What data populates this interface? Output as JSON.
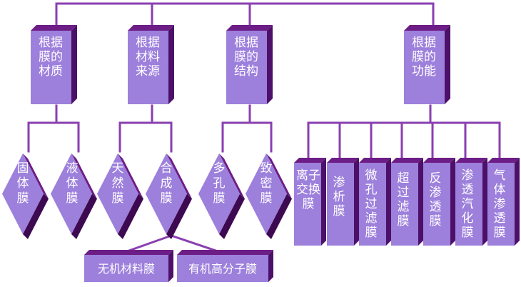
{
  "categories": [
    {
      "id": "material",
      "label": "根据\n膜的\n材质"
    },
    {
      "id": "source",
      "label": "根据\n材料\n来源"
    },
    {
      "id": "structure",
      "label": "根据\n膜的\n结构"
    },
    {
      "id": "function",
      "label": "根据\n膜的\n功能"
    }
  ],
  "material_types": [
    "固\n体\n膜",
    "液\n体\n膜"
  ],
  "source_types": [
    "天\n然\n膜",
    "合\n成\n膜"
  ],
  "structure_types": [
    "多\n孔\n膜",
    "致\n密\n膜"
  ],
  "synthetic_subtypes": [
    "无机材料膜",
    "有机高分子膜"
  ],
  "function_types": [
    "离子\n交换\n膜",
    "渗\n析\n膜",
    "微\n孔\n过\n滤\n膜",
    "超\n过\n滤\n膜",
    "反\n渗\n透\n膜",
    "渗\n透\n汽\n化\n膜",
    "气\n体\n渗\n透\n膜"
  ],
  "colors": {
    "box_front": "#9d7fdc",
    "box_top": "#6d1d86",
    "box_side": "#4d1068",
    "box_bottom": "#3d0a52",
    "line": "#8a3fb0",
    "text": "#ffffff"
  }
}
